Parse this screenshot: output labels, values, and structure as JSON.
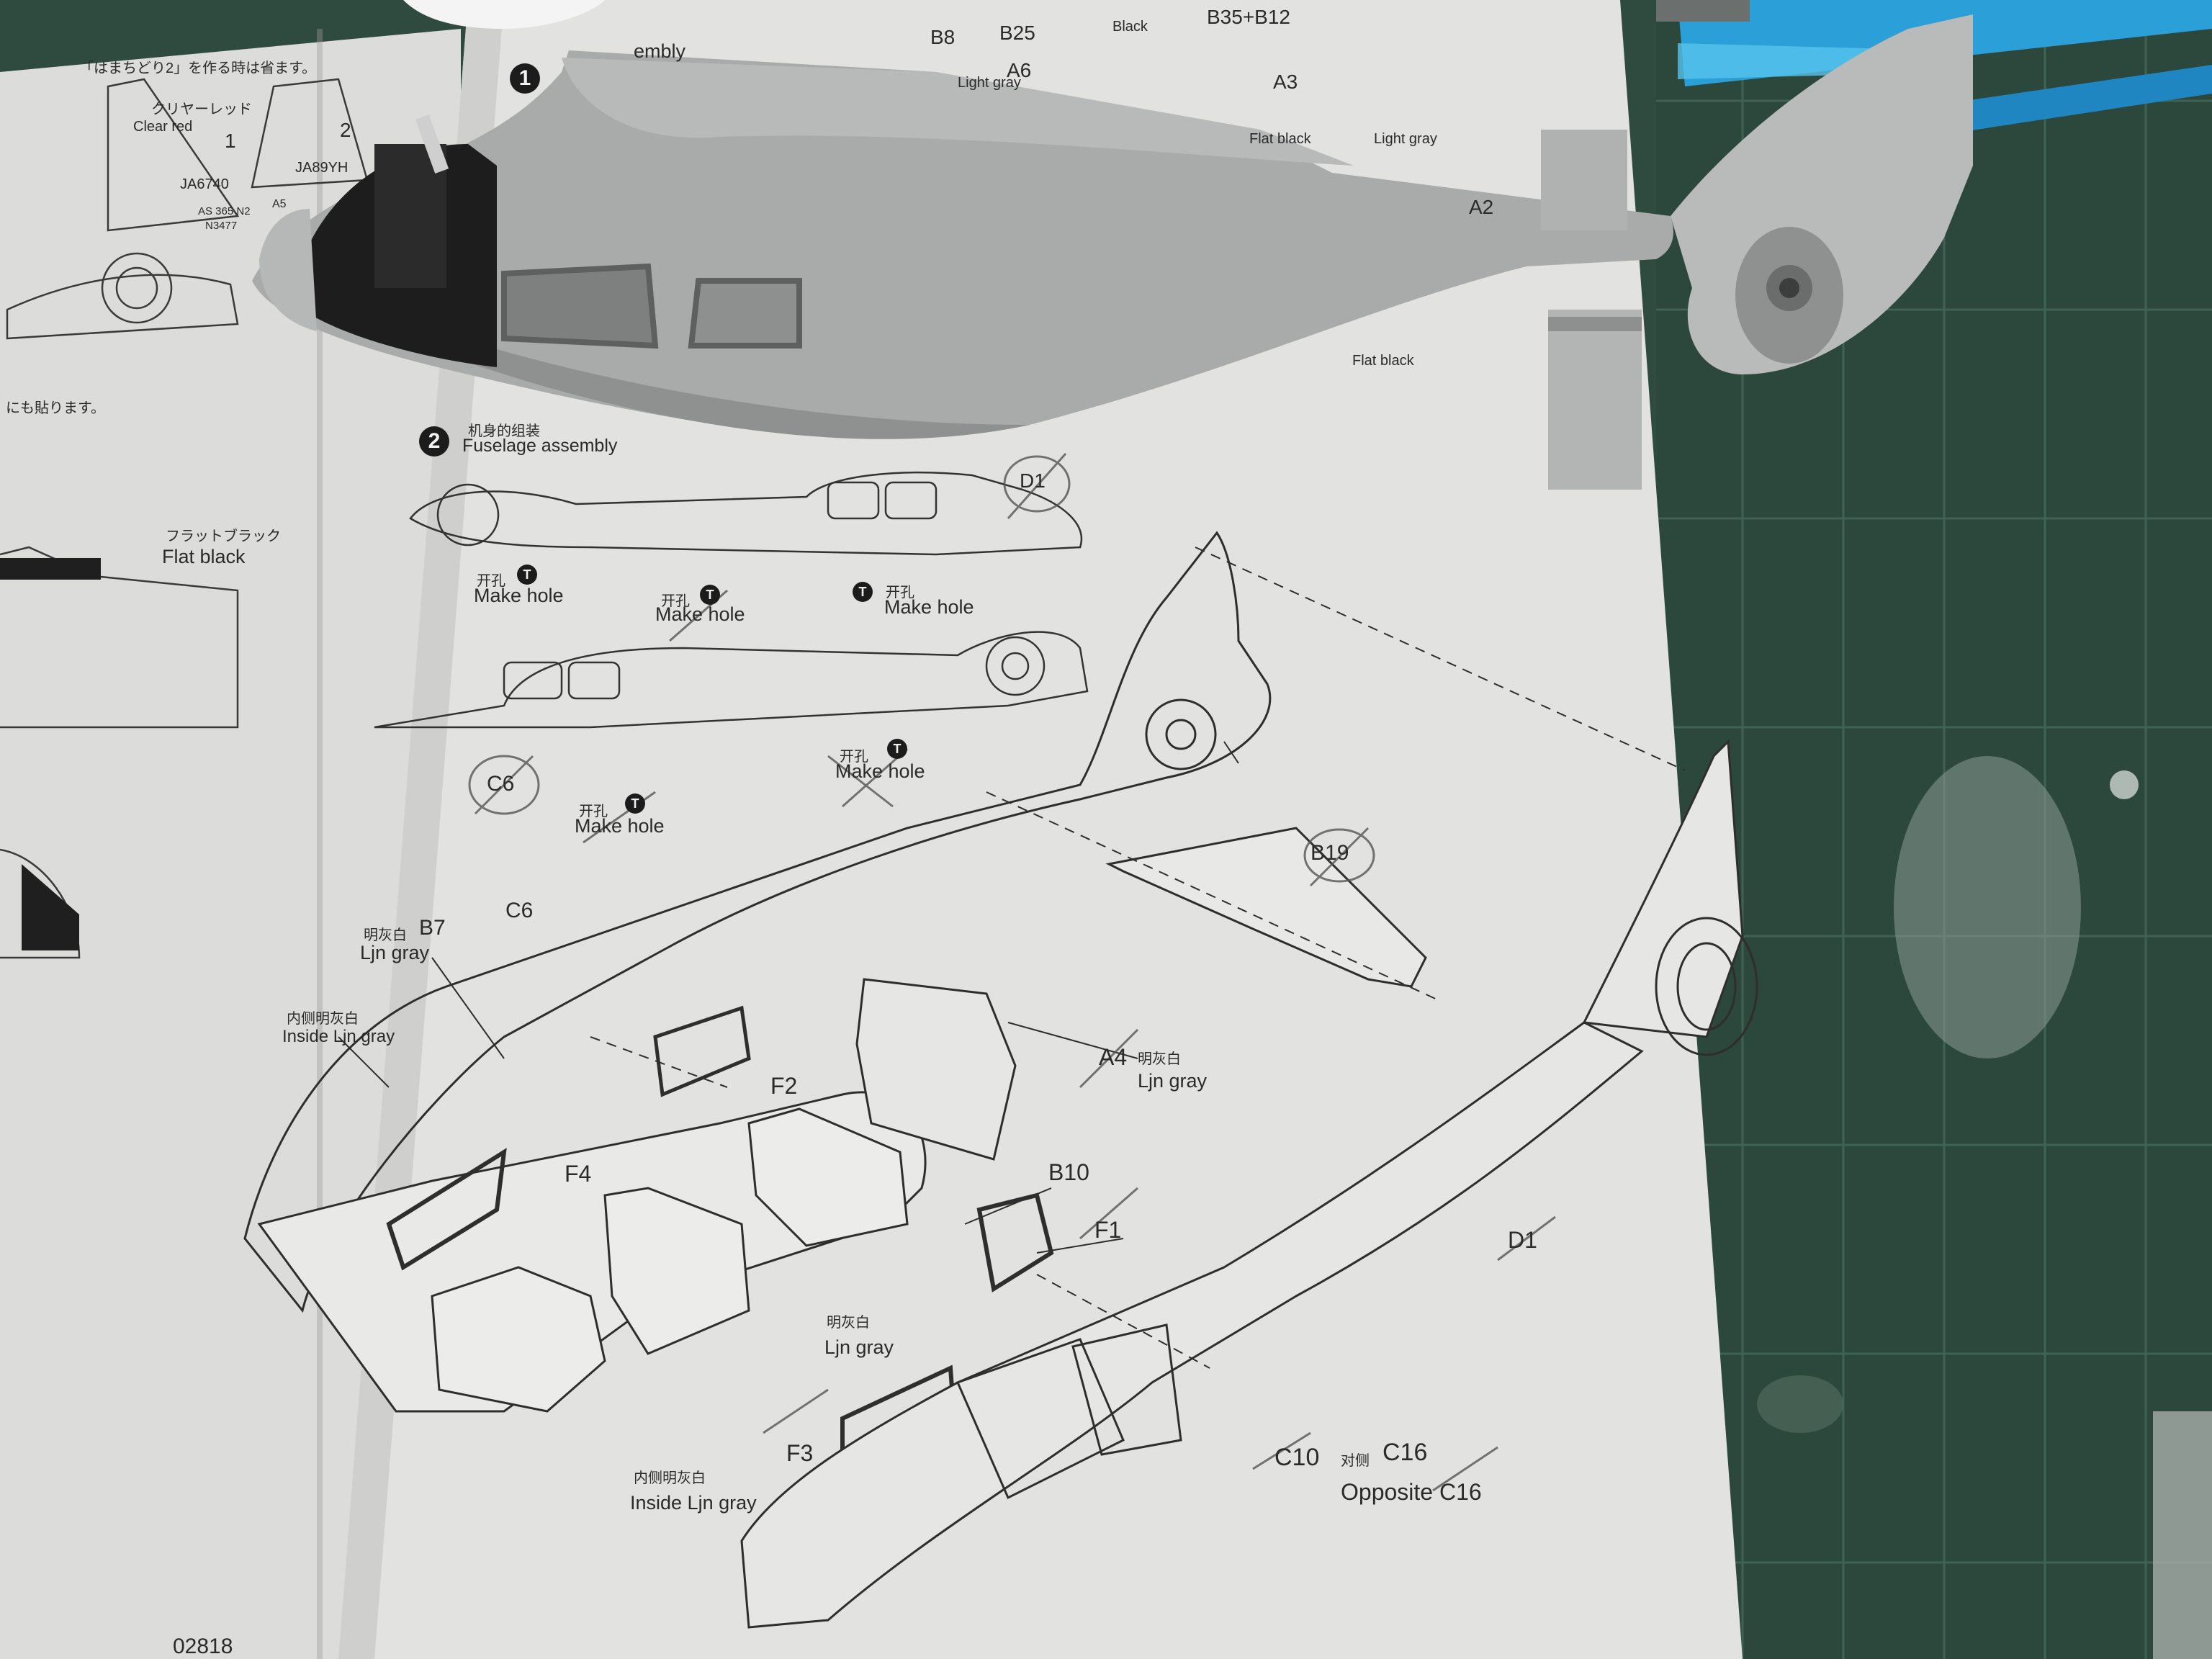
{
  "sheet_left": {
    "title_jp": "「はまちどり2」を作る時は省ます。",
    "clear_red_jp": "クリヤーレッド",
    "clear_red": "Clear red",
    "tag_1": "1",
    "tag_2": "2",
    "reg_1": "JA6740",
    "reg_2": "JA89YH",
    "code": "AS 365 N2",
    "code_2": "N3477",
    "small_a": "A5",
    "attach_note_jp": "にも貼ります。",
    "flat_black_jp": "フラットブラック",
    "flat_black": "Flat black"
  },
  "step1": {
    "number": "1",
    "title_fragment": "embly",
    "parts": {
      "b8": "B8",
      "b25": "B25",
      "black": "Black",
      "b35_b12": "B35+B12",
      "a6": "A6",
      "light_gray_1": "Light gray",
      "a3": "A3",
      "flat_black_2": "Flat black",
      "light_gray_2": "Light gray",
      "a2": "A2",
      "flat_black_3": "Flat black"
    }
  },
  "step2": {
    "number": "2",
    "title_cn": "机身的组装",
    "title": "Fuselage assembly",
    "hole_marker": "T",
    "make_hole_cn": "开孔",
    "make_hole": "Make hole",
    "parts": {
      "d1_top": "D1",
      "c6_mid": "C6",
      "b19": "B19",
      "c6": "C6",
      "b7": "B7",
      "ljn_gray_cn": "明灰白",
      "ljn_gray": "Ljn gray",
      "inside_cn": "内侧明灰白",
      "inside_ljn_gray": "Inside Ljn gray",
      "f2": "F2",
      "a4": "A4",
      "f4": "F4",
      "b10": "B10",
      "f1": "F1",
      "d1": "D1",
      "f3": "F3",
      "c10": "C10",
      "opposite_cn": "对侧",
      "c16": "C16",
      "opposite_c16": "Opposite C16"
    }
  },
  "page_number": "02818",
  "colors": {
    "mat": "#2f4a3e",
    "paper": "#e2e2e0",
    "model_gray": "#a9abaa",
    "ink": "#2a2a2a"
  }
}
